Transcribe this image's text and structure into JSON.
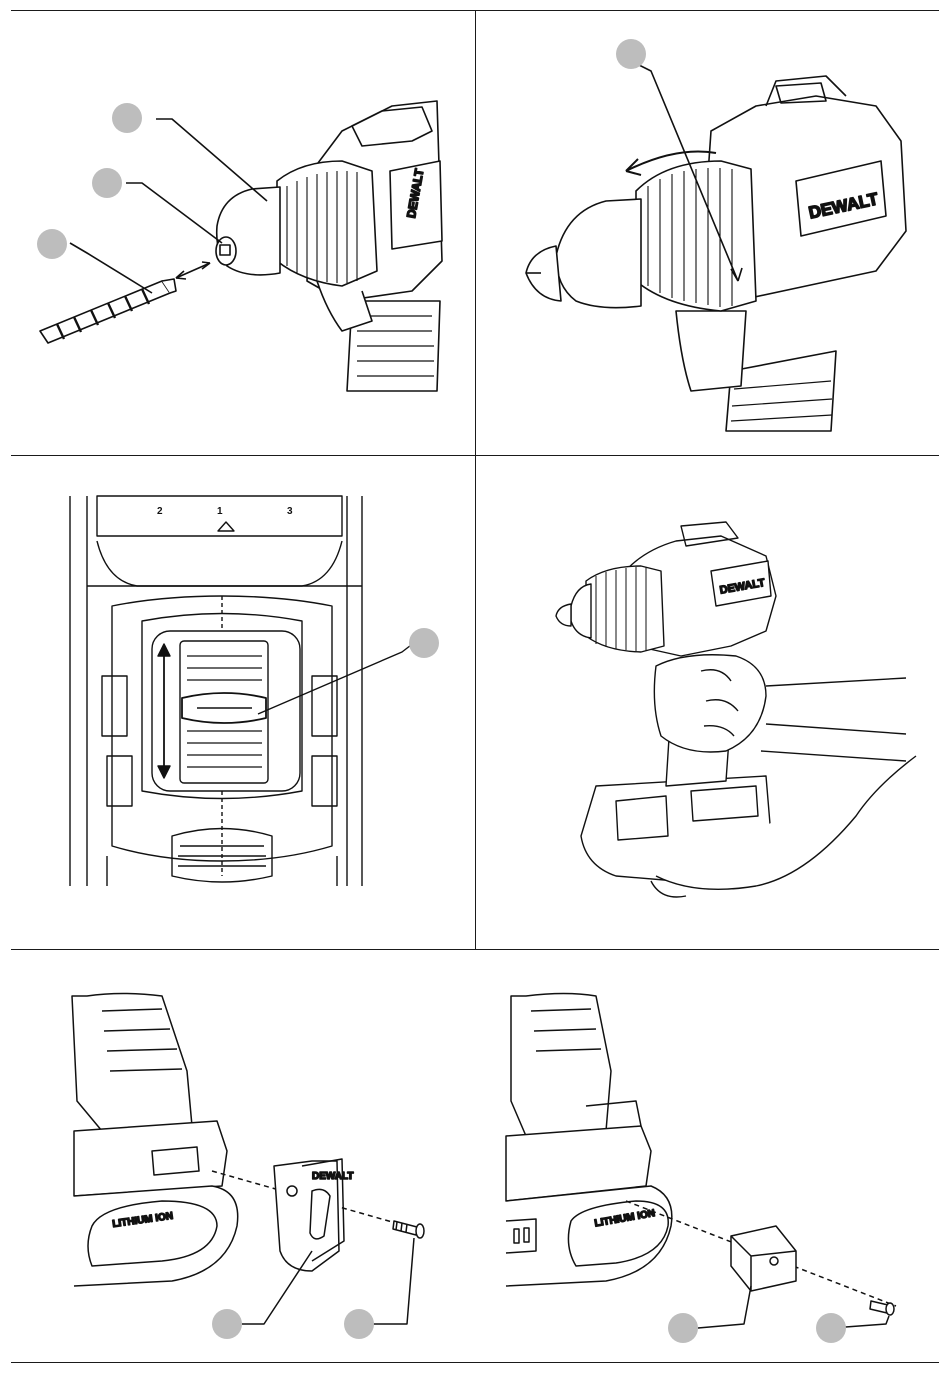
{
  "figures": [
    {
      "name": "bit-insertion",
      "brand_mark": "DEWALT",
      "callouts": 3
    },
    {
      "name": "collar-rotation",
      "brand_mark": "DEWALT",
      "callouts": 1
    },
    {
      "name": "gear-selector",
      "scale_marks": [
        "2",
        "1",
        "3"
      ],
      "callouts": 1
    },
    {
      "name": "grip-position",
      "brand_mark": "DEWALT",
      "callouts": 0
    },
    {
      "name": "belt-hook-install",
      "battery_mark": "LITHIUM ION",
      "brand_mark": "DEWALT",
      "callouts": 2
    },
    {
      "name": "bit-holder-install",
      "battery_mark": "LITHIUM ION",
      "callouts": 2
    }
  ],
  "icons": [
    "callout-marker",
    "double-arrow-icon",
    "rotation-arrow-icon"
  ],
  "colors": {
    "rule": "#1a1a1a",
    "callout": "#bdbdbd",
    "line_art": "#111111"
  }
}
